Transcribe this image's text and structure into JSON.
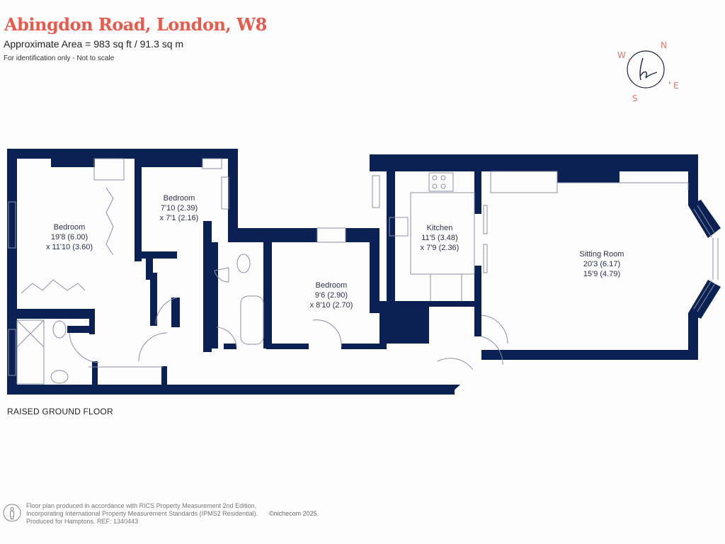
{
  "header": {
    "title": "Abingdon Road, London, W8",
    "area": "Approximate Area = 983 sq ft / 91.3 sq m",
    "disclaimer": "For identification only - Not to scale"
  },
  "compass": {
    "letters": [
      "N",
      "E",
      "S",
      "W"
    ],
    "logo": "h",
    "accent_color": "#e07a6e",
    "ring_color": "#1c2340"
  },
  "colors": {
    "wall": "#0b2154",
    "title": "#e85a4c",
    "fixture_line": "#8a8fa3"
  },
  "rooms": [
    {
      "name": "Bedroom",
      "dim1": "19'8 (6.00)",
      "dim2": "x 11'10 (3.60)"
    },
    {
      "name": "Bedroom",
      "dim1": "7'10 (2.39)",
      "dim2": "x 7'1 (2.16)"
    },
    {
      "name": "Bedroom",
      "dim1": "9'6 (2.90)",
      "dim2": "x 8'10 (2.70)"
    },
    {
      "name": "Kitchen",
      "dim1": "11'5 (3.48)",
      "dim2": "x 7'9 (2.36)"
    },
    {
      "name": "Sitting Room",
      "dim1": "20'3 (6.17)",
      "dim2": "15'9 (4.79)"
    }
  ],
  "floor_label": "RAISED GROUND FLOOR",
  "footer": {
    "line1": "Floor plan produced in accordance with RICS Property Measurement 2nd Edition,",
    "line2": "Incorporating International Property Measurement Standards (IPMS2 Residential).",
    "line3": "Produced for Hamptons.   REF: 1340443",
    "copyright": "©nichecom  2025."
  }
}
